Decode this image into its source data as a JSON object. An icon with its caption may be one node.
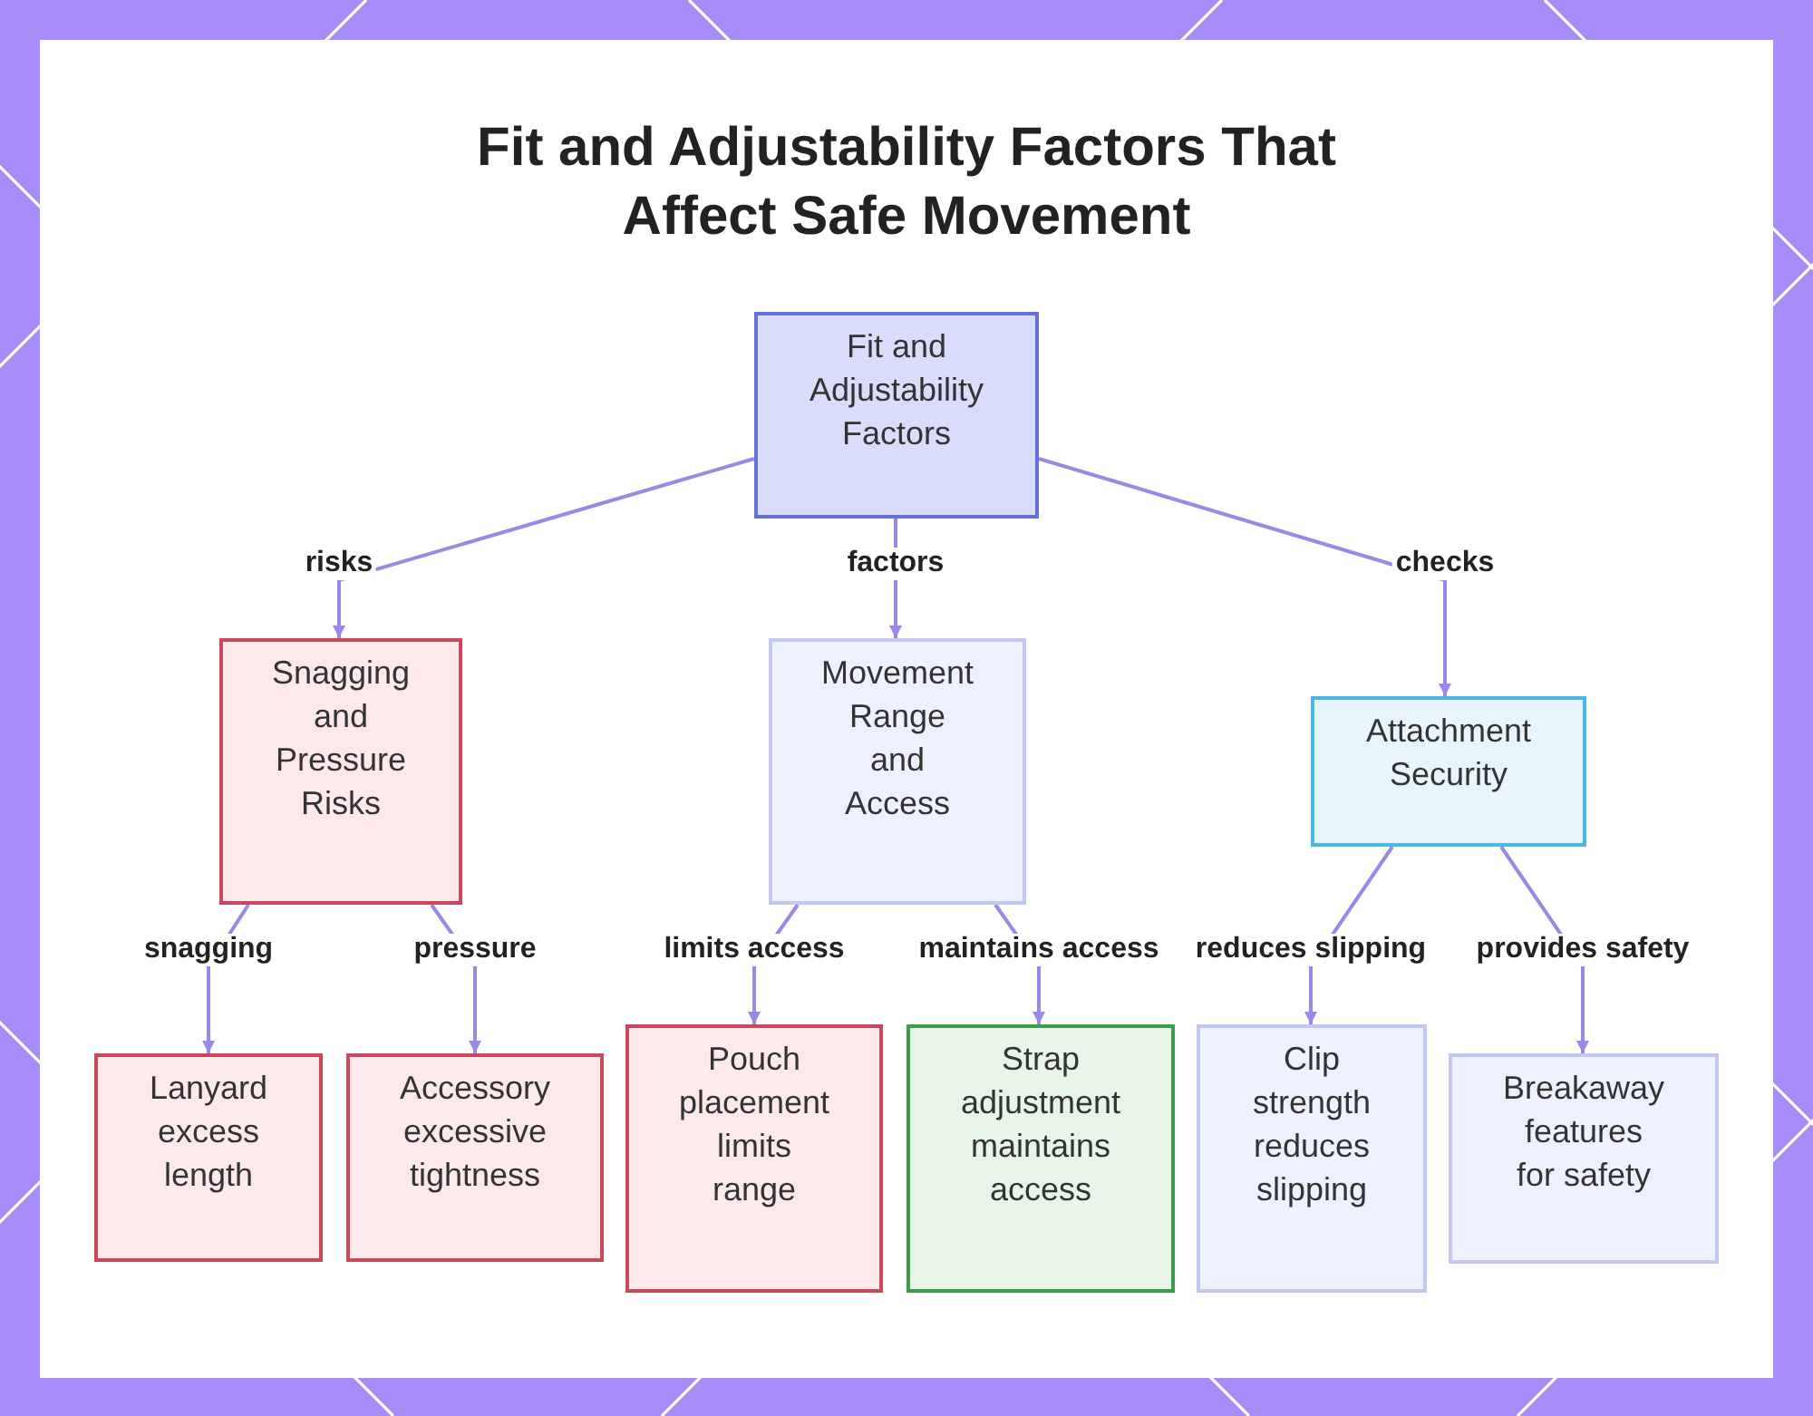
{
  "diagram": {
    "title": "Fit and Adjustability Factors That Affect Safe Movement",
    "nodes": [
      {
        "text": [
          "Fit and Adjustability Factors"
        ]
      },
      {
        "text": [
          "Snagging and Pressure Risks"
        ]
      },
      {
        "text": [
          "Movement Range and Access"
        ]
      },
      {
        "text": [
          "Attachment Security"
        ]
      },
      {
        "text": [
          "Lanyard excess length"
        ]
      },
      {
        "text": [
          "Accessory excessive tightness"
        ]
      },
      {
        "text": [
          "Pouch placement limits range"
        ]
      },
      {
        "text": [
          "Strap adjustment maintains access"
        ]
      },
      {
        "text": [
          "Clip strength reduces slipping"
        ]
      },
      {
        "text": [
          "Breakaway features for safety"
        ]
      }
    ],
    "edges": [
      {
        "from": 0,
        "to": 1,
        "arrow": "to",
        "label": "risks"
      },
      {
        "from": 0,
        "to": 2,
        "arrow": "to",
        "label": "factors"
      },
      {
        "from": 0,
        "to": 3,
        "arrow": "to",
        "label": "checks"
      },
      {
        "from": 1,
        "to": 4,
        "arrow": "to",
        "label": "snagging"
      },
      {
        "from": 1,
        "to": 5,
        "arrow": "to",
        "label": "pressure"
      },
      {
        "from": 2,
        "to": 6,
        "arrow": "to",
        "label": "limits access"
      },
      {
        "from": 2,
        "to": 7,
        "arrow": "to",
        "label": "maintains access"
      },
      {
        "from": 3,
        "to": 8,
        "arrow": "to",
        "label": "reduces slipping"
      },
      {
        "from": 3,
        "to": 9,
        "arrow": "to",
        "label": "provides safety"
      }
    ]
  }
}
